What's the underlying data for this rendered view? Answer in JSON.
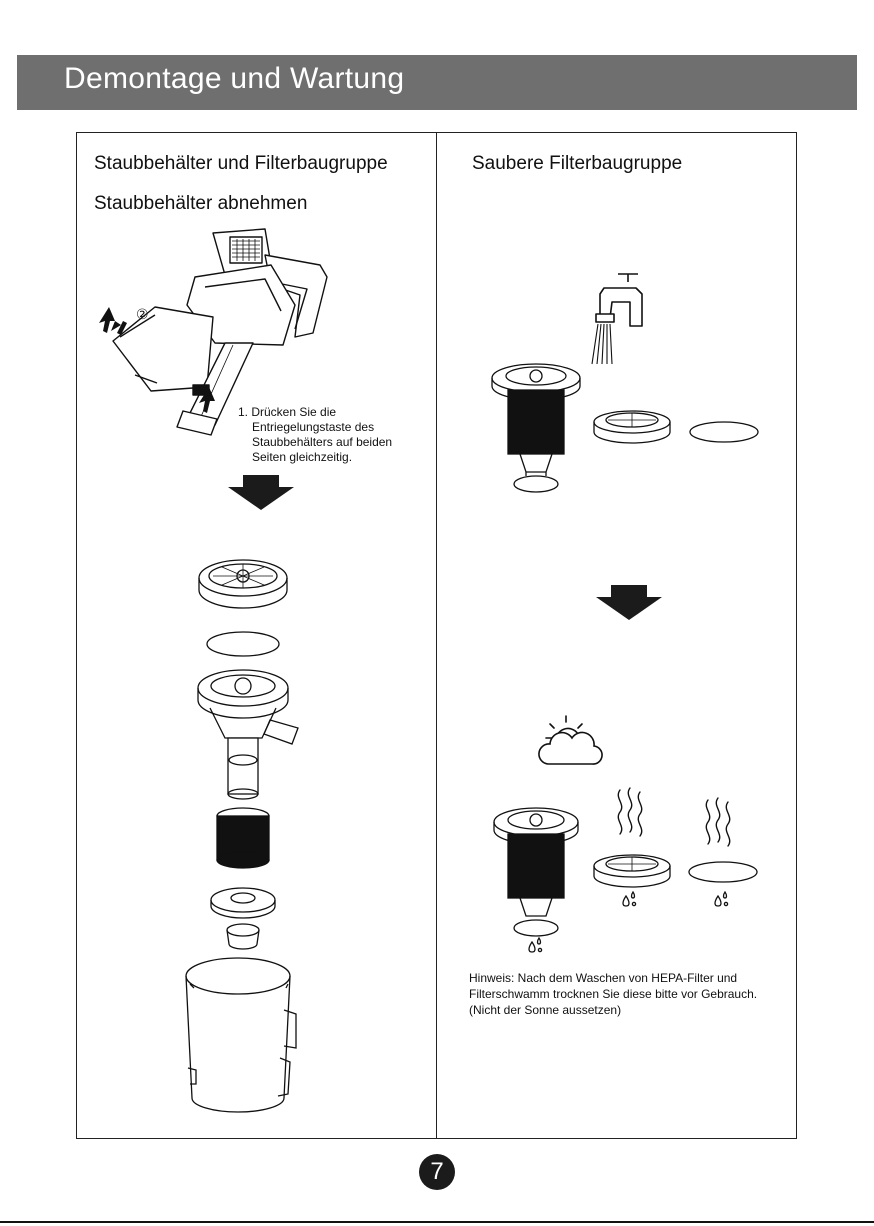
{
  "header": {
    "title": "Demontage und Wartung",
    "bar_color": "#6f6f6f"
  },
  "left": {
    "section_title": "Staubbehälter und Filterbaugruppe",
    "step_title": "Staubbehälter abnehmen",
    "callout_number": "②",
    "instruction_lines": [
      "1. Drücken Sie die",
      "Entriegelungstaste des",
      "Staubbehälters auf beiden",
      "Seiten gleichzeitig."
    ]
  },
  "right": {
    "section_title": "Saubere Filterbaugruppe",
    "note_lines": [
      "Hinweis: Nach dem Waschen von HEPA-Filter und",
      "Filterschwamm trocknen Sie diese bitte vor Gebrauch.",
      "(Nicht der Sonne aussetzen)"
    ]
  },
  "footer": {
    "page_number": "7"
  }
}
